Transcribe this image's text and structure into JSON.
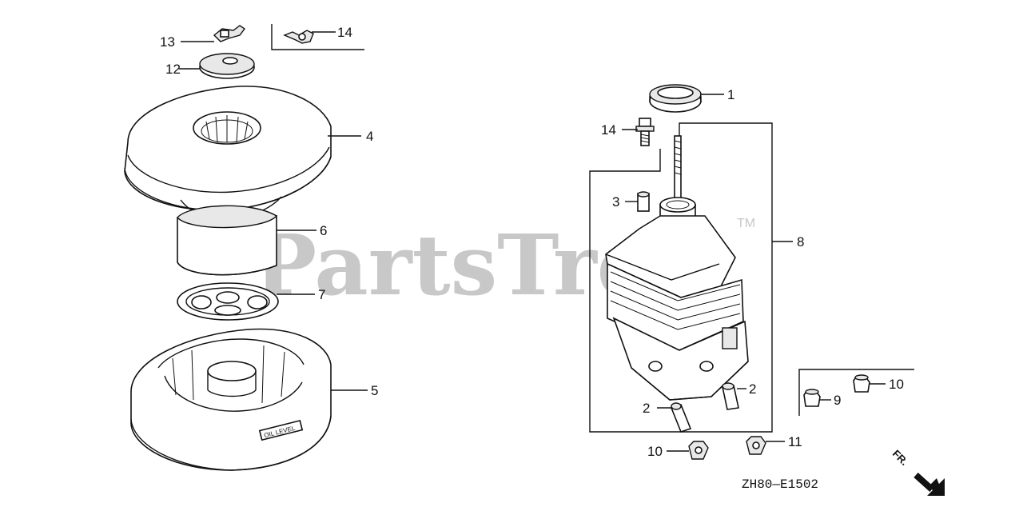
{
  "watermark": {
    "text": "PartsTree",
    "trademark": "TM"
  },
  "diagram_code": "ZH80—E1502",
  "front_marker": {
    "text": "FR."
  },
  "callouts": [
    {
      "id": "c1",
      "number": "1"
    },
    {
      "id": "c2a",
      "number": "2"
    },
    {
      "id": "c2b",
      "number": "2"
    },
    {
      "id": "c3",
      "number": "3"
    },
    {
      "id": "c4",
      "number": "4"
    },
    {
      "id": "c5",
      "number": "5"
    },
    {
      "id": "c6",
      "number": "6"
    },
    {
      "id": "c7",
      "number": "7"
    },
    {
      "id": "c8",
      "number": "8"
    },
    {
      "id": "c9",
      "number": "9"
    },
    {
      "id": "c10a",
      "number": "10"
    },
    {
      "id": "c10b",
      "number": "10"
    },
    {
      "id": "c11",
      "number": "11"
    },
    {
      "id": "c12",
      "number": "12"
    },
    {
      "id": "c13",
      "number": "13"
    },
    {
      "id": "c14a",
      "number": "14"
    },
    {
      "id": "c14b",
      "number": "14"
    }
  ],
  "molded_text": {
    "oil_level": "OIL LEVEL"
  }
}
